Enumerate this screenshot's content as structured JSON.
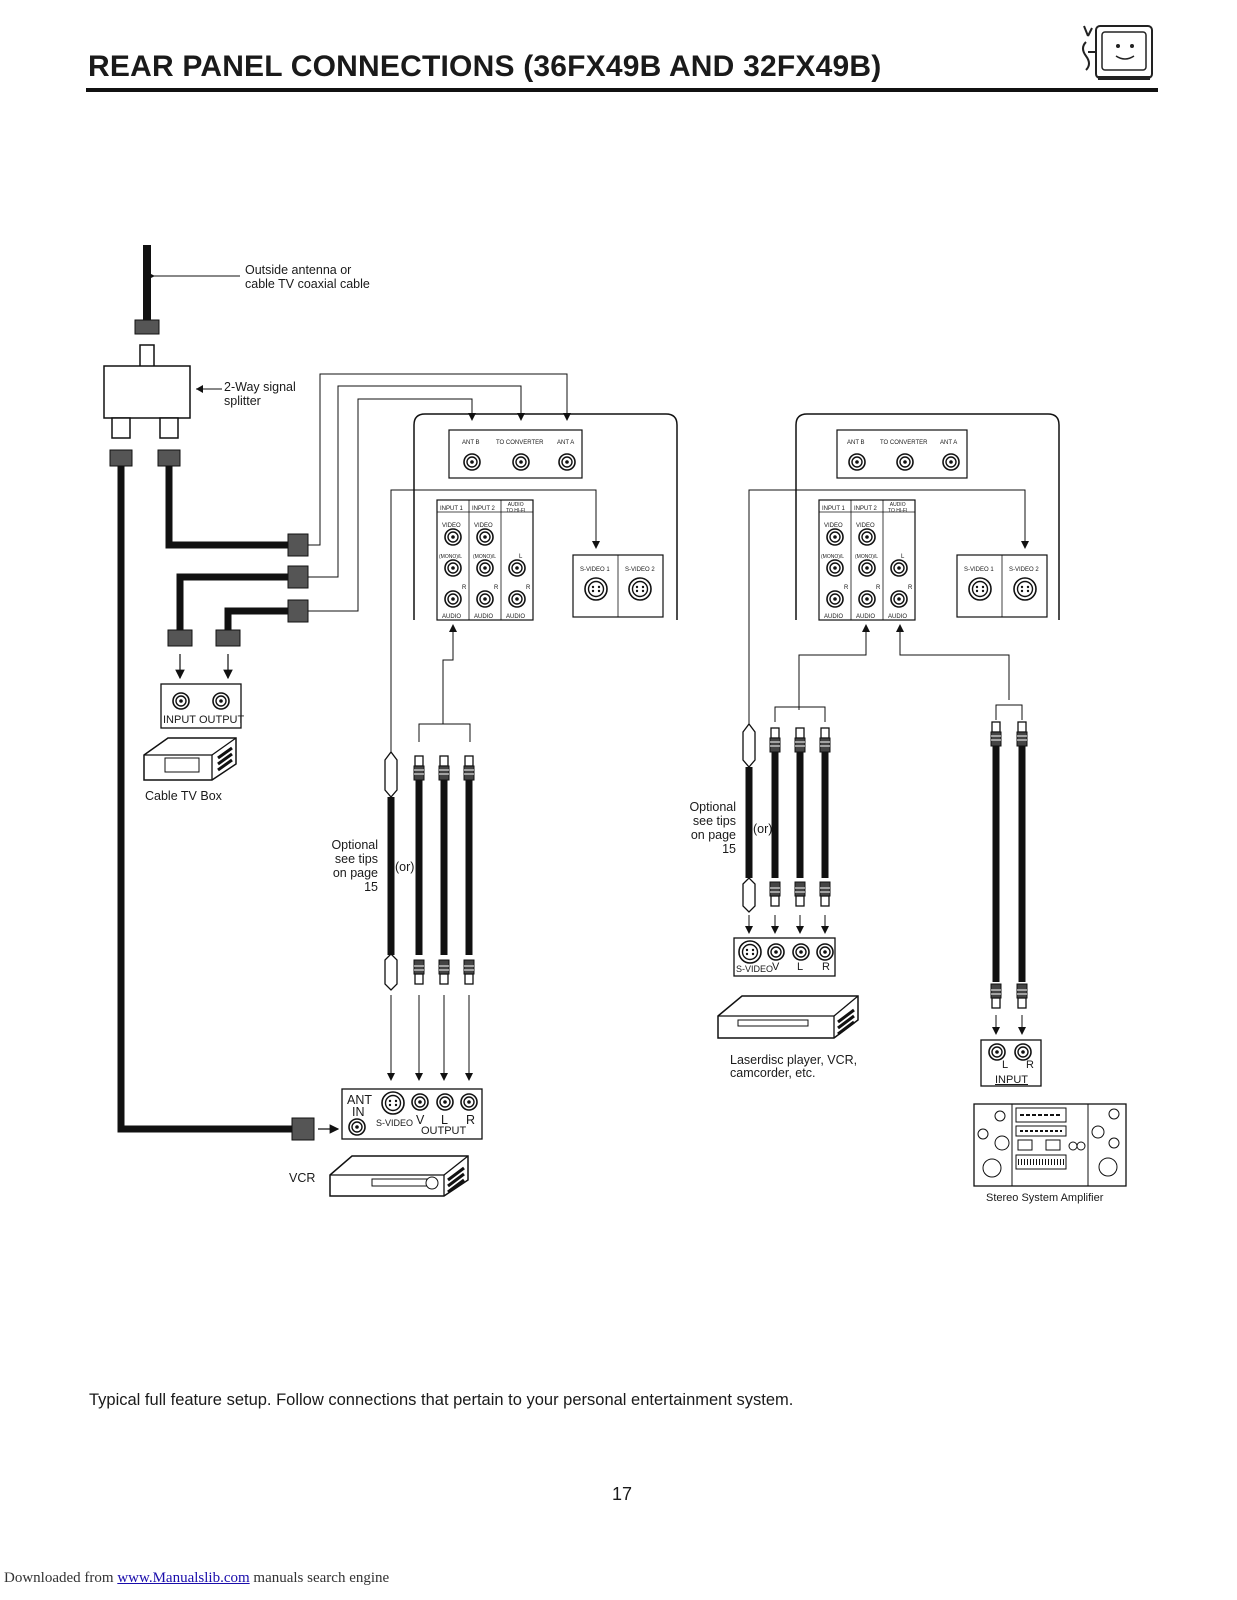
{
  "page": {
    "title": "REAR PANEL CONNECTIONS (36FX49B AND 32FX49B)",
    "caption": "Typical full feature setup.  Follow connections that pertain to your personal entertainment system.",
    "page_number": "17",
    "footer": {
      "prefix": "Downloaded from ",
      "link_text": "www.Manualslib.com",
      "suffix": "  manuals search engine"
    }
  },
  "labels": {
    "antenna_line1": "Outside antenna or",
    "antenna_line2": "cable TV coaxial cable",
    "splitter_line1": "2-Way signal",
    "splitter_line2": "splitter",
    "cable_box": "Cable TV Box",
    "cable_box_input": "INPUT",
    "cable_box_output": "OUTPUT",
    "optional_left": "Optional\nsee tips\non page\n15",
    "optional_right": "Optional\nsee tips\non page\n15",
    "or": "(or)",
    "vcr": "VCR",
    "vcr_ant": "ANT",
    "vcr_in": "IN",
    "vcr_svideo": "S-VIDEO",
    "vcr_v": "V",
    "vcr_l": "L",
    "vcr_r": "R",
    "vcr_output": "OUTPUT",
    "laserdisc_line1": "Laserdisc player, VCR,",
    "laserdisc_line2": "camcorder, etc.",
    "ld_svideo": "S-VIDEO",
    "ld_v": "V",
    "ld_l": "L",
    "ld_r": "R",
    "amp_l": "L",
    "amp_r": "R",
    "amp_input": "INPUT",
    "stereo_amp": "Stereo System Amplifier"
  },
  "tv_panel": {
    "ant_b": "ANT B",
    "to_converter": "TO CONVERTER",
    "ant_a": "ANT A",
    "input1": "INPUT 1",
    "input2": "INPUT 2",
    "audio_to_hifi": "AUDIO\nTO HI-FI",
    "video": "VIDEO",
    "mono": "(MONO)/L",
    "l": "L",
    "r": "R",
    "audio": "AUDIO",
    "svideo1": "S-VIDEO 1",
    "svideo2": "S-VIDEO 2"
  }
}
